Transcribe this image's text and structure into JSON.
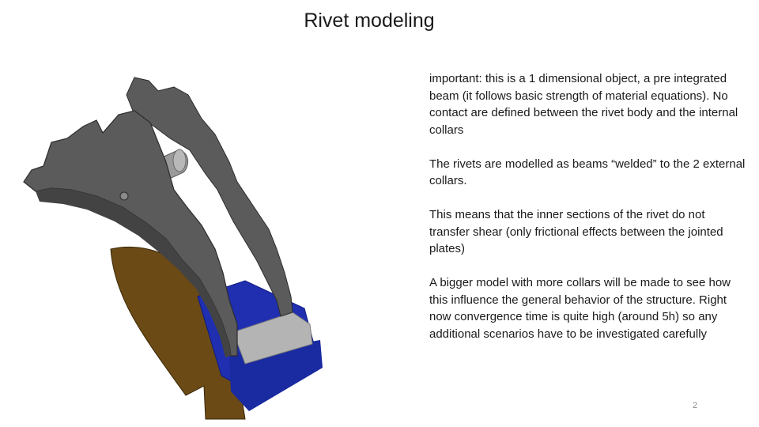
{
  "slide": {
    "title": "Rivet modeling",
    "paragraphs": [
      "important: this is a 1 dimensional object, a pre integrated beam (it follows basic strength of material equations). No contact are defined between the rivet body and the internal collars",
      "The rivets are modelled as beams “welded” to the 2 external collars.",
      "This means that the inner sections of the rivet do not transfer shear (only frictional effects between the jointed plates)",
      "A bigger model with more collars will be made to see how this influence the general behavior of the structure. Right now convergence time is quite high (around 5h) so any additional scenarios have to be investigated carefully"
    ],
    "page_number": "2"
  },
  "figure": {
    "colors": {
      "collar": "#5c5b5c",
      "collar_edge": "#2c2c2c",
      "plate_brown": "#6b4a16",
      "block_blue": "#1f2fb0",
      "block_blue_dark": "#101a80",
      "rivet_grey": "#9a9a9a",
      "spacer_grey": "#b4b4b4"
    }
  }
}
